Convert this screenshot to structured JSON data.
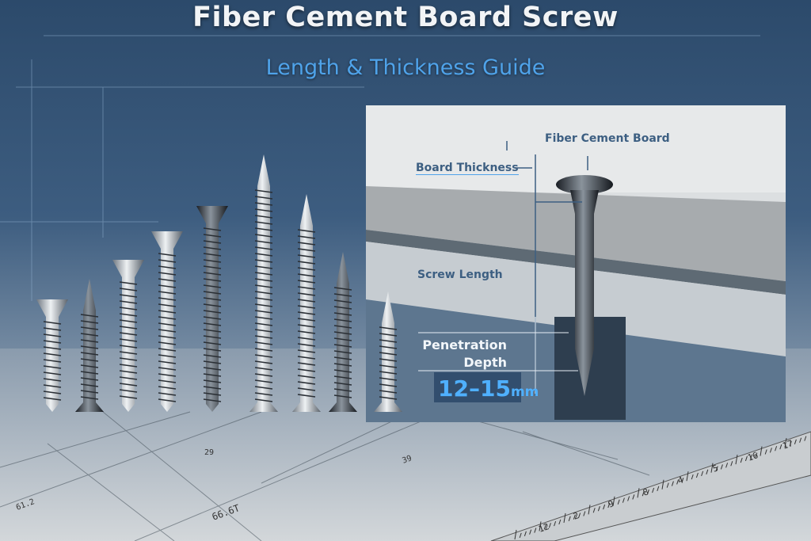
{
  "header": {
    "title": "Fiber Cement Board Screw",
    "subtitle": "Length & Thickness Guide"
  },
  "diagram": {
    "labels": {
      "fiber_cement_board": "Fiber Cement Board",
      "board_thickness": "Board Thickness",
      "screw_length": "Screw Length",
      "penetration_line1": "Penetration",
      "penetration_line2": "Depth",
      "penetration_value": "12–15",
      "penetration_unit": "mm"
    },
    "screw_count": 9
  },
  "drawing_notes": [
    "61.2",
    "29",
    "39",
    "66.6T"
  ],
  "ruler_numbers": [
    "12",
    "2",
    "9",
    "8",
    "4",
    "5",
    "16",
    "17"
  ],
  "colors": {
    "accent": "#4fa3ea",
    "label": "#3d5f82",
    "background": "#2c4a6b"
  }
}
